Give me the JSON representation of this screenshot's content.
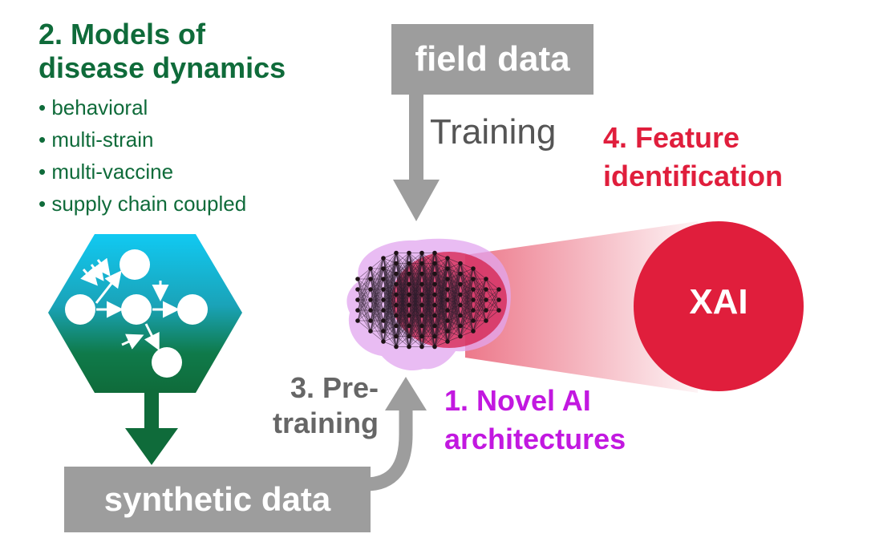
{
  "models": {
    "title_line1": "2. Models of",
    "title_line2": "disease dynamics",
    "items": [
      "behavioral",
      "multi-strain",
      "multi-vaccine",
      "supply chain coupled"
    ]
  },
  "field_data": "field data",
  "training": "Training",
  "feature": {
    "line1": "4. Feature",
    "line2": "identification"
  },
  "xai": "XAI",
  "pretraining": {
    "line1": "3. Pre-",
    "line2": "training"
  },
  "novel_ai": {
    "line1": "1. Novel AI",
    "line2": "architectures"
  },
  "synthetic_data": "synthetic data",
  "colors": {
    "green": "#0f6b3a",
    "grey": "#9d9d9d",
    "red": "#e01e3c",
    "purple": "#c218e0",
    "cyan": "#11c9f2"
  }
}
